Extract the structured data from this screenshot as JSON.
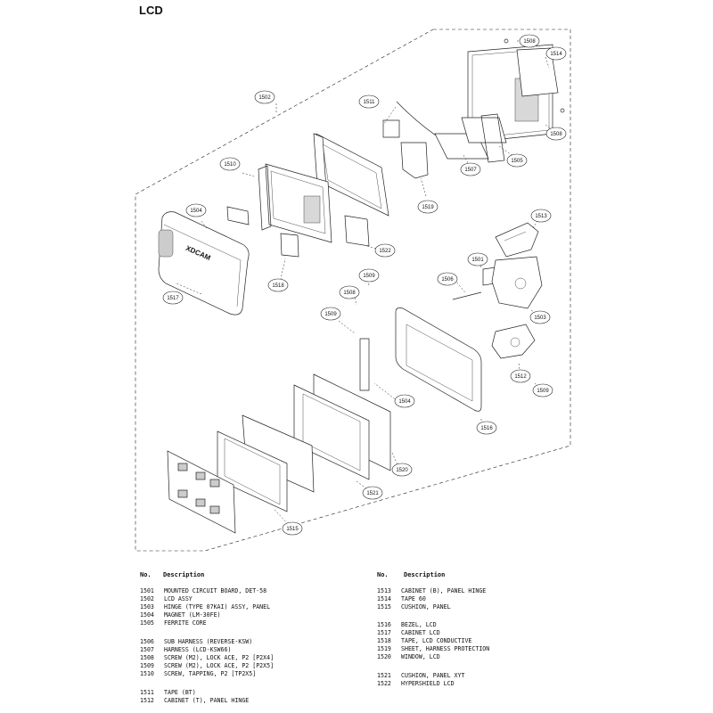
{
  "title": "LCD",
  "table": {
    "headers": {
      "no": "No.",
      "description": "Description"
    },
    "parts": [
      {
        "no": "1501",
        "description": "MOUNTED CIRCUIT BOARD, DET-58"
      },
      {
        "no": "1502",
        "description": "LCD ASSY"
      },
      {
        "no": "1503",
        "description": "HINGE (TYPE 07KAI) ASSY, PANEL"
      },
      {
        "no": "1504",
        "description": "MAGNET (LM-30FE)"
      },
      {
        "no": "1505",
        "description": "FERRITE CORE"
      },
      {
        "no": "1506",
        "description": "SUB HARNESS (REVERSE-KSW)"
      },
      {
        "no": "1507",
        "description": "HARNESS (LCD-KSW66)"
      },
      {
        "no": "1508",
        "description": "SCREW (M2), LOCK ACE, P2 [P2X4]"
      },
      {
        "no": "1509",
        "description": "SCREW (M2), LOCK ACE, P2 [P2X5]"
      },
      {
        "no": "1510",
        "description": "SCREW, TAPPING, P2 [TP2X5]"
      },
      {
        "no": "1511",
        "description": "TAPE (BT)"
      },
      {
        "no": "1512",
        "description": "CABINET (T), PANEL HINGE"
      },
      {
        "no": "1513",
        "description": "CABINET (B), PANEL HINGE"
      },
      {
        "no": "1514",
        "description": "TAPE 60"
      },
      {
        "no": "1515",
        "description": "CUSHION, PANEL"
      },
      {
        "no": "1516",
        "description": "BEZEL, LCD"
      },
      {
        "no": "1517",
        "description": "CABINET LCD"
      },
      {
        "no": "1518",
        "description": "TAPE, LCD CONDUCTIVE"
      },
      {
        "no": "1519",
        "description": "SHEET, HARNESS PROTECTION"
      },
      {
        "no": "1520",
        "description": "WINDOW, LCD"
      },
      {
        "no": "1521",
        "description": "CUSHION, PANEL XYT"
      },
      {
        "no": "1522",
        "description": "HYPERSHIELD LCD"
      }
    ]
  },
  "callouts": {
    "c1508a": "1508",
    "c1514": "1514",
    "c1502": "1502",
    "c1511": "1511",
    "c1508b": "1508",
    "c1505": "1505",
    "c1507": "1507",
    "c1510": "1510",
    "c1519": "1519",
    "c1504a": "1504",
    "c1522": "1522",
    "c1513": "1513",
    "c1501": "1501",
    "c1506": "1506",
    "c1518": "1518",
    "c1517": "1517",
    "c1509a": "1509",
    "c1508c": "1508",
    "c1509b": "1509",
    "c1503": "1503",
    "c1512": "1512",
    "c1509c": "1509",
    "c1504b": "1504",
    "c1516": "1516",
    "c1520": "1520",
    "c1521": "1521",
    "c1515": "1515"
  },
  "cabinet_logo_text": "XDCAM"
}
